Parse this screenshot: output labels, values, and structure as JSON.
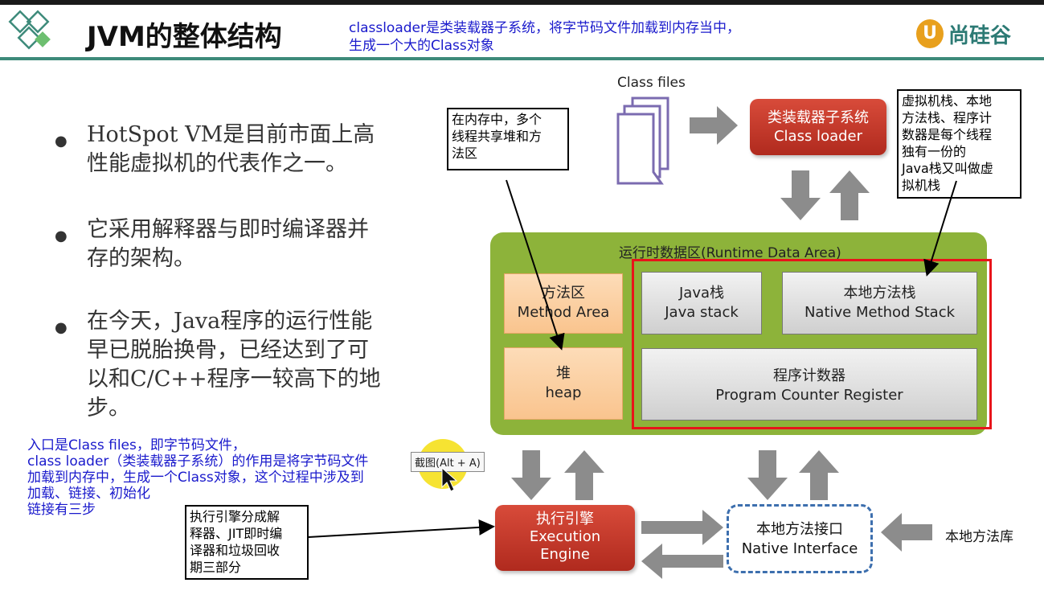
{
  "header": {
    "title": "JVM的整体结构",
    "note_line1": "classloader是类装载器子系统，将字节码文件加载到内存当中，",
    "note_line2": "生成一个大的Class对象",
    "brand_icon": "U",
    "brand_name": "尚硅谷"
  },
  "bullets": [
    {
      "line1": "HotSpot VM是目前市面上高",
      "line2": "性能虚拟机的代表作之一。"
    },
    {
      "line1": "它采用解释器与即时编译器并",
      "line2": "存的架构。"
    },
    {
      "line1": "在今天，Java程序的运行性能",
      "line2": "早已脱胎换骨，已经达到了可",
      "line3": "以和C/C++程序一较高下的地",
      "line4": "步。"
    }
  ],
  "diagram": {
    "class_files": "Class files",
    "class_loader_cn": "类装载器子系统",
    "class_loader_en": "Class loader",
    "rda_title": "运行时数据区(Runtime Data Area)",
    "method_area_cn": "方法区",
    "method_area_en": "Method Area",
    "heap_cn": "堆",
    "heap_en": "heap",
    "java_stack_cn": "Java栈",
    "java_stack_en": "Java stack",
    "native_stack_cn": "本地方法栈",
    "native_stack_en": "Native Method Stack",
    "pc_cn": "程序计数器",
    "pc_en": "Program Counter Register",
    "exec_cn": "执行引擎",
    "exec_en1": "Execution",
    "exec_en2": "Engine",
    "native_iface_cn": "本地方法接口",
    "native_iface_en": "Native Interface",
    "native_lib": "本地方法库"
  },
  "notes": {
    "shared_heap_line1": "在内存中，多个",
    "shared_heap_line2": "线程共享堆和方",
    "shared_heap_line3": "法区",
    "thread_private_line1": "虚拟机栈、本地",
    "thread_private_line2": "方法栈、程序计",
    "thread_private_line3": "数器是每个线程",
    "thread_private_line4": "独有一份的",
    "thread_private_line5": "Java栈又叫做虚",
    "thread_private_line6": "拟机栈",
    "exec_note_line1": "执行引擎分成解",
    "exec_note_line2": "释器、JIT即时编",
    "exec_note_line3": "译器和垃圾回收",
    "exec_note_line4": "期三部分",
    "left_line1": "入口是Class files，即字节码文件，",
    "left_line2": "class loader（类装载器子系统）的作用是将字节码文件",
    "left_line3": "加载到内存中，生成一个Class对象，这个过程中涉及到",
    "left_line4": "加载、链接、初始化",
    "left_line5": "链接有三步"
  },
  "tooltip": "截图(Alt + A)",
  "colors": {
    "accent_red": "#e8141a",
    "note_blue": "#1a1acc",
    "rda_green": "#8db33a",
    "header_rule": "#3d8a7a"
  }
}
